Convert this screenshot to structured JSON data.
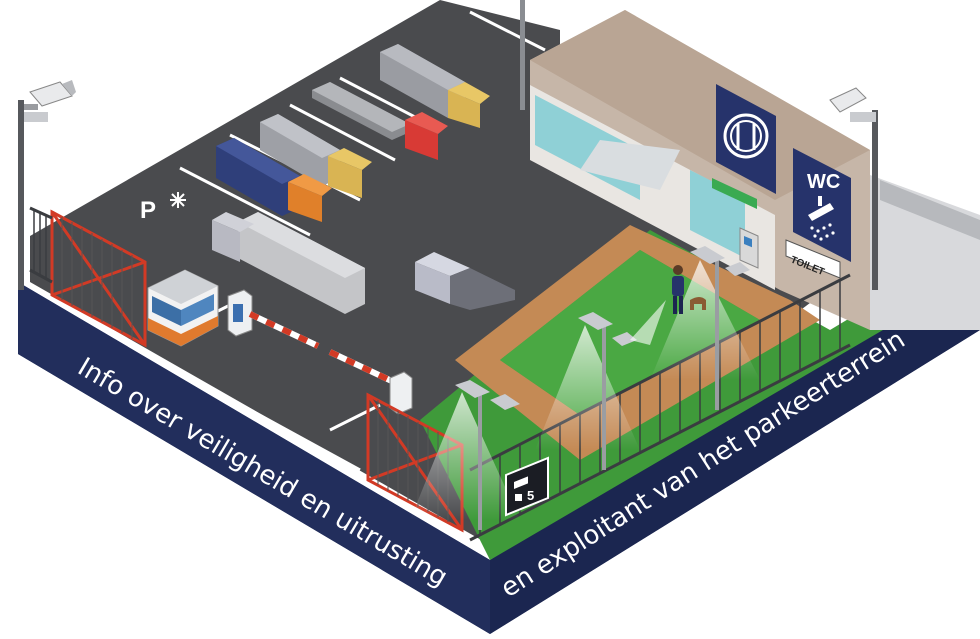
{
  "caption": {
    "left": "Info over veiligheid en uitrusting",
    "right": "en exploitant van het parkeerterrein"
  },
  "signs": {
    "wc": "WC",
    "toilet": "TOILET",
    "parking": "P",
    "security_level": "5"
  },
  "icons": [
    "cctv-camera-icon",
    "restaurant-icon",
    "shower-icon",
    "snowflake-icon",
    "truck-lock-icon"
  ],
  "colors": {
    "base_band": "#1f2a55",
    "asphalt": "#4a4b4e",
    "grass": "#3f9a3a",
    "path": "#c48a55",
    "building_roof": "#b9a594",
    "sign_blue": "#26336b",
    "gate_red": "#d23a25"
  }
}
